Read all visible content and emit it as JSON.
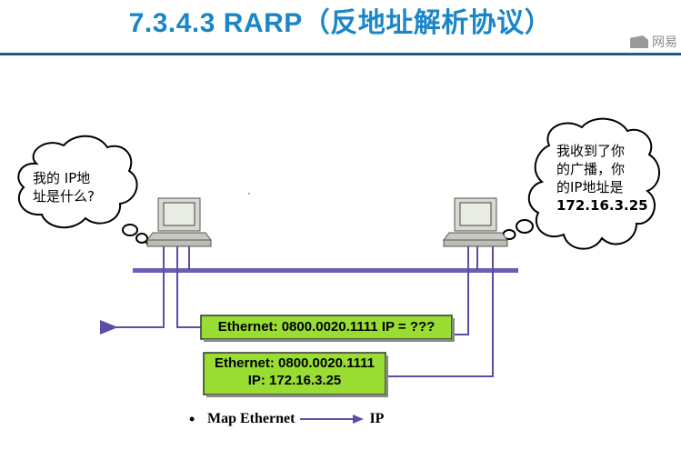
{
  "header": {
    "title": "7.3.4.3    RARP（反地址解析协议）",
    "logo_text": "网易"
  },
  "left_cloud": {
    "lines": [
      "我的 IP地",
      "址是什么?"
    ]
  },
  "right_cloud": {
    "lines": [
      "我收到了你",
      "的广播，你",
      "的IP地址是",
      "172.16.3.25"
    ]
  },
  "request_box": {
    "text": "Ethernet: 0800.0020.1111 IP = ???"
  },
  "reply_box": {
    "line1": "Ethernet: 0800.0020.1111",
    "line2": "IP: 172.16.3.25"
  },
  "bullet": {
    "symbol": "•",
    "from": "Map Ethernet",
    "to": "IP"
  },
  "colors": {
    "title": "#1a86c8",
    "rule": "#1f5a8c",
    "network": "#6a5fb0",
    "wire": "#5a4fa6",
    "box_fill": "#99dd33",
    "computer_body": "#d8d8d0"
  }
}
